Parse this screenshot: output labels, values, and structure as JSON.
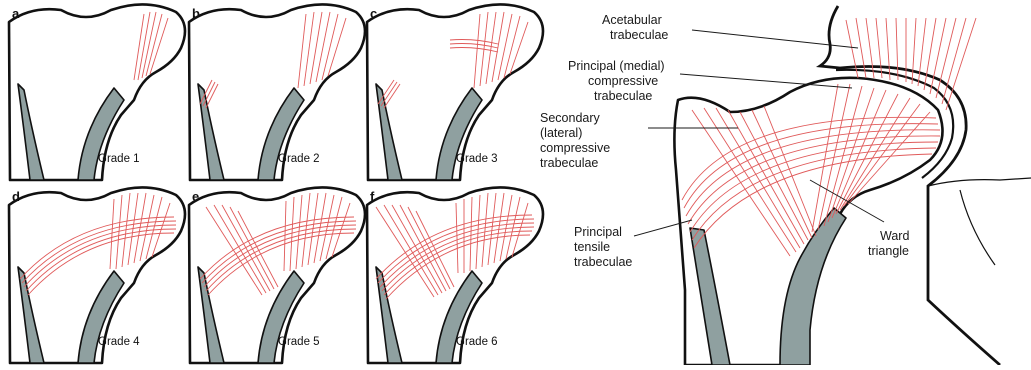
{
  "panels": [
    {
      "letter": "a",
      "grade": "Grade 1"
    },
    {
      "letter": "b",
      "grade": "Grade 2"
    },
    {
      "letter": "c",
      "grade": "Grade 3"
    },
    {
      "letter": "d",
      "grade": "Grade 4"
    },
    {
      "letter": "e",
      "grade": "Grade 5"
    },
    {
      "letter": "f",
      "grade": "Grade 6"
    }
  ],
  "labels": {
    "acetabular": [
      "Acetabular",
      "trabeculae"
    ],
    "principal_compressive": [
      "Principal (medial)",
      "compressive",
      "trabeculae"
    ],
    "secondary_compressive": [
      "Secondary",
      "(lateral)",
      "compressive",
      "trabeculae"
    ],
    "principal_tensile": [
      "Principal",
      "tensile",
      "trabeculae"
    ],
    "ward": [
      "Ward",
      "triangle"
    ]
  },
  "colors": {
    "trabeculae": "#e05a5a",
    "cortex": "#8fa0a0",
    "outline": "#111111"
  }
}
